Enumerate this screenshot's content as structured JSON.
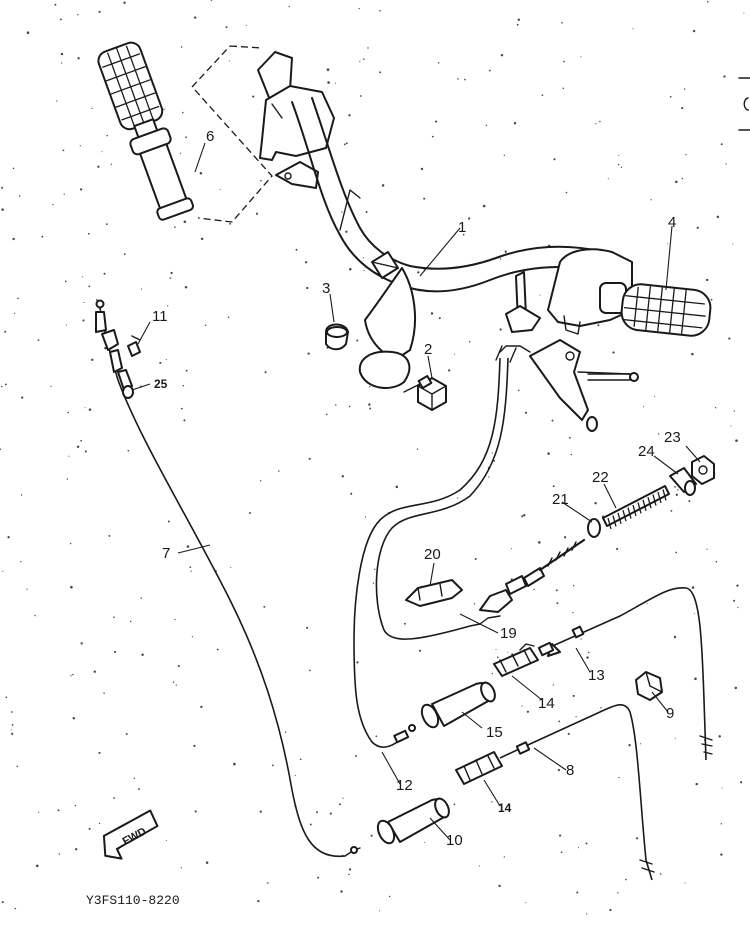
{
  "diagram": {
    "callouts": {
      "p1": "1",
      "p2": "2",
      "p3": "3",
      "p4": "4",
      "p6": "6",
      "p7": "7",
      "p8": "8",
      "p9": "9",
      "p10": "10",
      "p11": "11",
      "p12": "12",
      "p13": "13",
      "p14a": "14",
      "p14b": "14",
      "p15": "15",
      "p19": "19",
      "p20": "20",
      "p21": "21",
      "p22": "22",
      "p23": "23",
      "p24": "24",
      "p25": "25"
    },
    "fwd_label": "FWD",
    "figure_code": "Y3FS110-8220"
  }
}
